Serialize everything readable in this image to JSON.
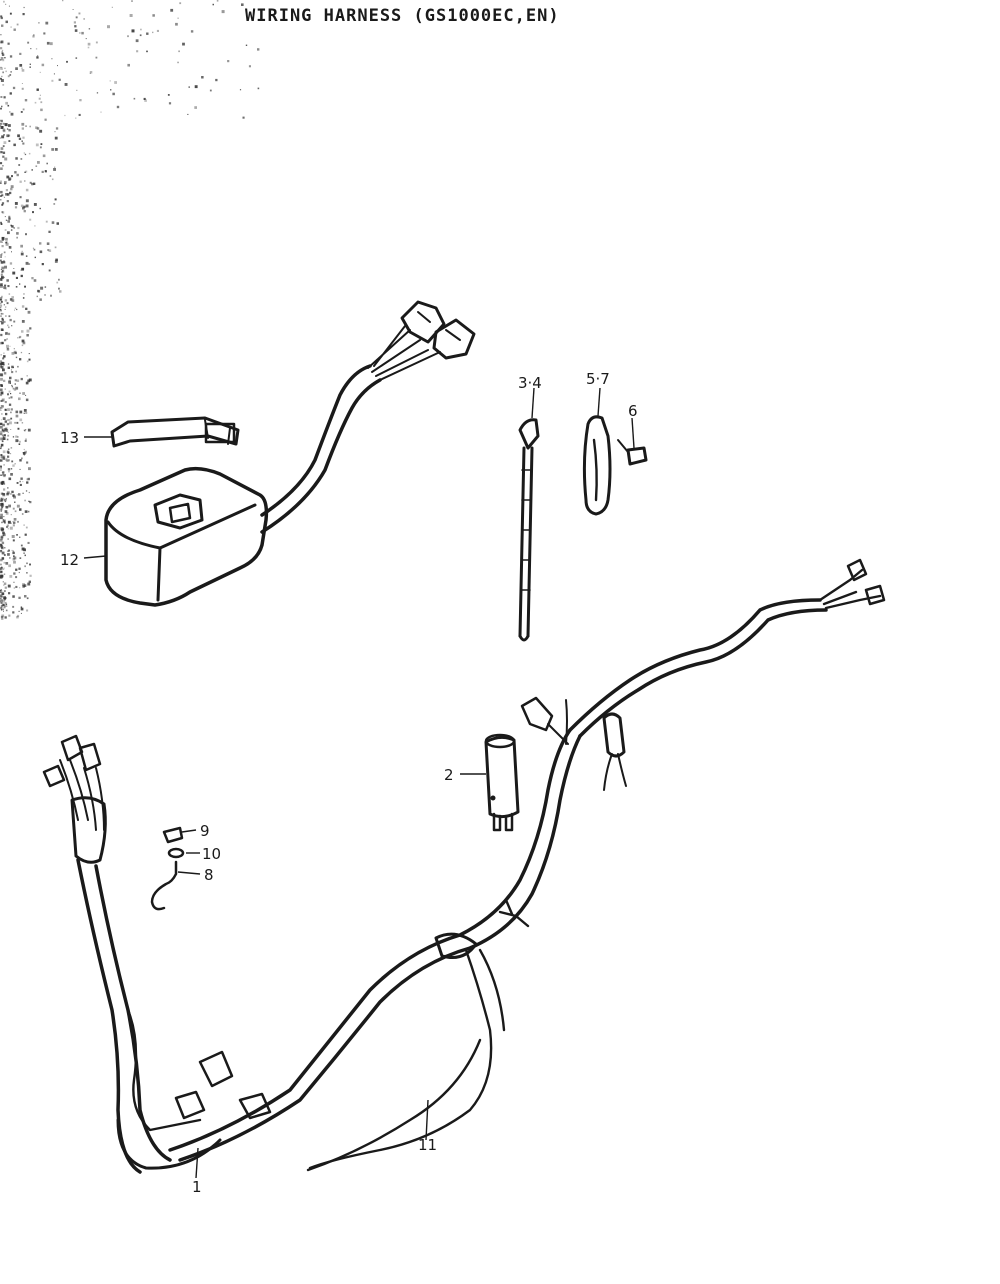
{
  "title": "WIRING HARNESS (GS1000EC,EN)",
  "callouts": {
    "c1": "1",
    "c2": "2",
    "c34": "3·4",
    "c57": "5·7",
    "c6": "6",
    "c8": "8",
    "c9": "9",
    "c10": "10",
    "c11": "11",
    "c12": "12",
    "c13": "13"
  }
}
